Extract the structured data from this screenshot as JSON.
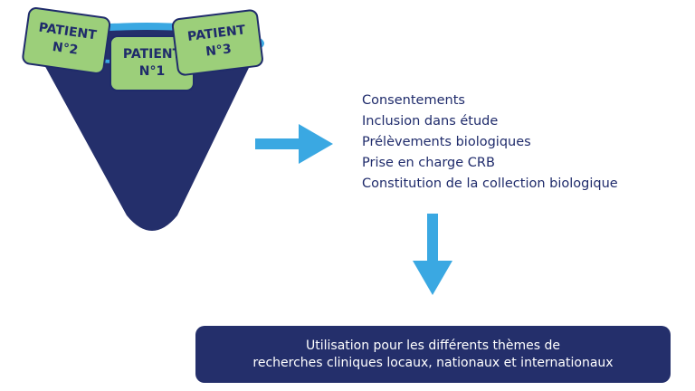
{
  "cards": [
    {
      "line1": "PATIENT",
      "line2": "N°2"
    },
    {
      "line1": "PATIENT",
      "line2": "N°1"
    },
    {
      "line1": "PATIENT",
      "line2": "N°3"
    }
  ],
  "steps": [
    "Consentements",
    "Inclusion dans étude",
    "Prélèvements biologiques",
    "Prise en charge CRB",
    "Constitution de la collection biologique"
  ],
  "result": {
    "line1": "Utilisation pour les différents thèmes de",
    "line2": "recherches cliniques locaux, nationaux et internationaux"
  },
  "colors": {
    "navy": "#242f6b",
    "arrow": "#3aa8e2",
    "card_fill": "#9ccf7a",
    "card_stroke": "#1f2b6b"
  }
}
